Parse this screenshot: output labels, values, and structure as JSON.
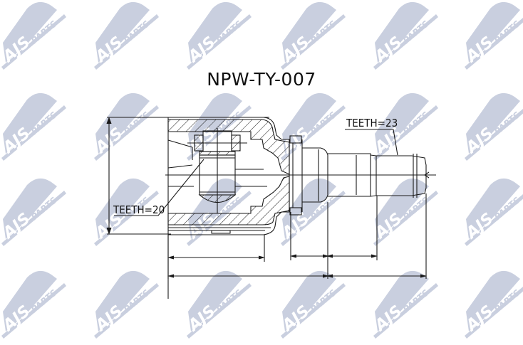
{
  "title": "NPW-TY-007",
  "labels": {
    "inner_teeth": "TEETH=20",
    "outer_teeth": "TEETH=23"
  },
  "watermark": {
    "brand": "AJS",
    "sub": "PARTS",
    "color": "#c9cfdf"
  },
  "colors": {
    "line": "#1a1a1a",
    "background": "#ffffff"
  }
}
